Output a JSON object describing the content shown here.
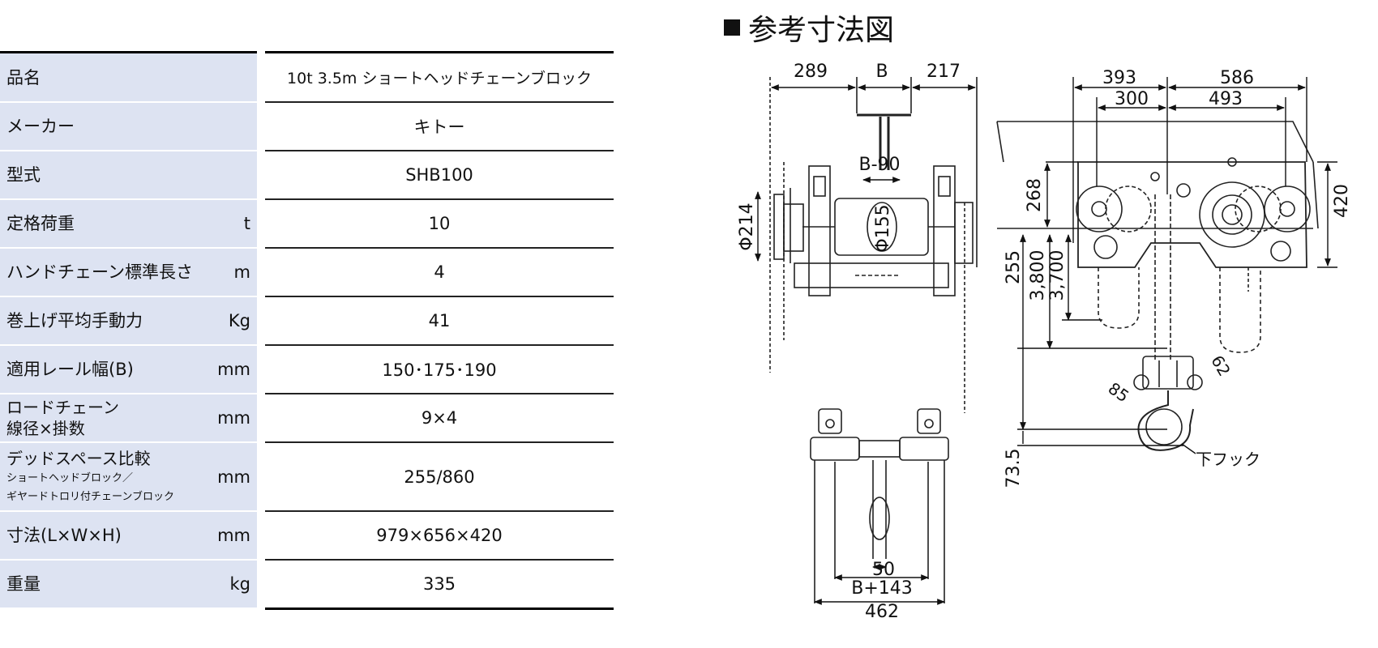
{
  "spec_table": {
    "rows": [
      {
        "label": "品名",
        "unit": "",
        "value": "10t 3.5m ショートヘッドチェーンブロック"
      },
      {
        "label": "メーカー",
        "unit": "",
        "value": "キトー"
      },
      {
        "label": "型式",
        "unit": "",
        "value": "SHB100"
      },
      {
        "label": "定格荷重",
        "unit": "t",
        "value": "10"
      },
      {
        "label": "ハンドチェーン標準長さ",
        "unit": "m",
        "value": "4"
      },
      {
        "label": "巻上げ平均手動力",
        "unit": "Kg",
        "value": "41"
      },
      {
        "label": "適用レール幅(B)",
        "unit": "mm",
        "value": "150･175･190"
      },
      {
        "label_line1": "ロードチェーン",
        "label_line2": "線径×掛数",
        "unit": "mm",
        "value": "9×4"
      },
      {
        "label_line1": "デッドスペース比較",
        "label_line2": "ショートヘッドブロック／",
        "label_line3": "ギヤードトロリ付チェーンブロック",
        "unit": "mm",
        "value": "255/860"
      },
      {
        "label": "寸法(L×W×H)",
        "unit": "mm",
        "value": "979×656×420"
      },
      {
        "label": "重量",
        "unit": "kg",
        "value": "335"
      }
    ]
  },
  "drawing": {
    "title": "参考寸法図",
    "dims": {
      "d289": "289",
      "dB": "B",
      "d217": "217",
      "dB90": "B-90",
      "dPhi214": "Φ214",
      "dPhi155": "Φ155",
      "d50": "50",
      "dB143": "B+143",
      "d462": "462",
      "d393": "393",
      "d586": "586",
      "d300": "300",
      "d493": "493",
      "d268": "268",
      "d420": "420",
      "d255": "255",
      "d3800": "3,800",
      "d3700": "3,700",
      "d62": "62",
      "d85": "85",
      "d735": "73.5"
    },
    "hook_label": "下フック"
  }
}
